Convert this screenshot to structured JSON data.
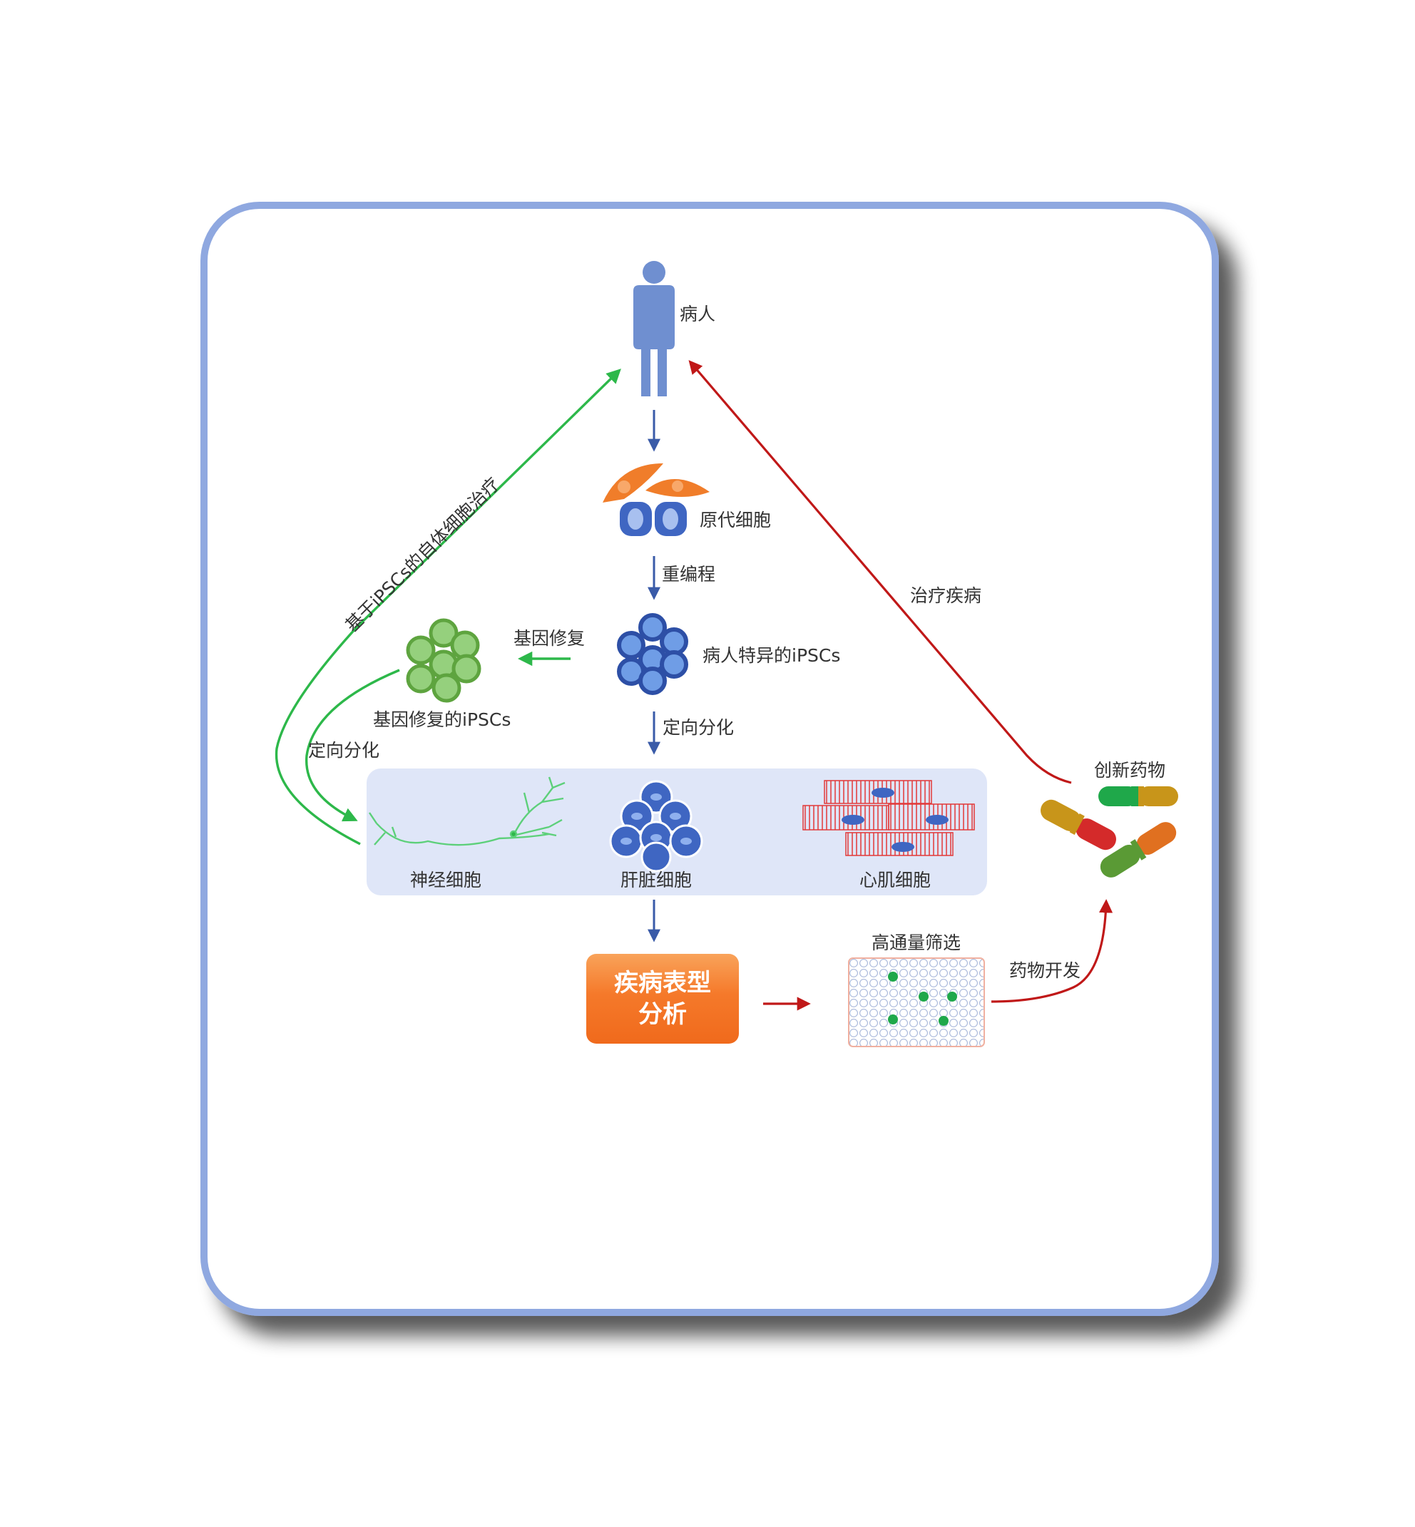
{
  "nodes": {
    "patient": "病人",
    "primary_cells": "原代细胞",
    "patient_ipscs": "病人特异的iPSCs",
    "repaired_ipscs": "基因修复的iPSCs",
    "neuron": "神经细胞",
    "hepatocyte": "肝脏细胞",
    "cardiomyocyte": "心肌细胞",
    "phenotype_line1": "疾病表型",
    "phenotype_line2": "分析",
    "screening": "高通量筛选",
    "new_drug": "创新药物"
  },
  "edges": {
    "reprogramming": "重编程",
    "gene_repair": "基因修复",
    "directed_diff_center": "定向分化",
    "directed_diff_left": "定向分化",
    "autologous_therapy": "基于iPSCs的自体细胞治疗",
    "treat_disease": "治疗疾病",
    "drug_development": "药物开发"
  },
  "colors": {
    "frame": "#8fa8e0",
    "blue_arrow": "#3a5ba8",
    "green_arrow": "#2db84a",
    "red_arrow": "#c01818",
    "cell_blue": "#3f66c2",
    "cell_green": "#6dbb45",
    "cell_orange": "#f07d2a",
    "band": "#dfe6f8",
    "phenotype_box": "#f5792a"
  }
}
